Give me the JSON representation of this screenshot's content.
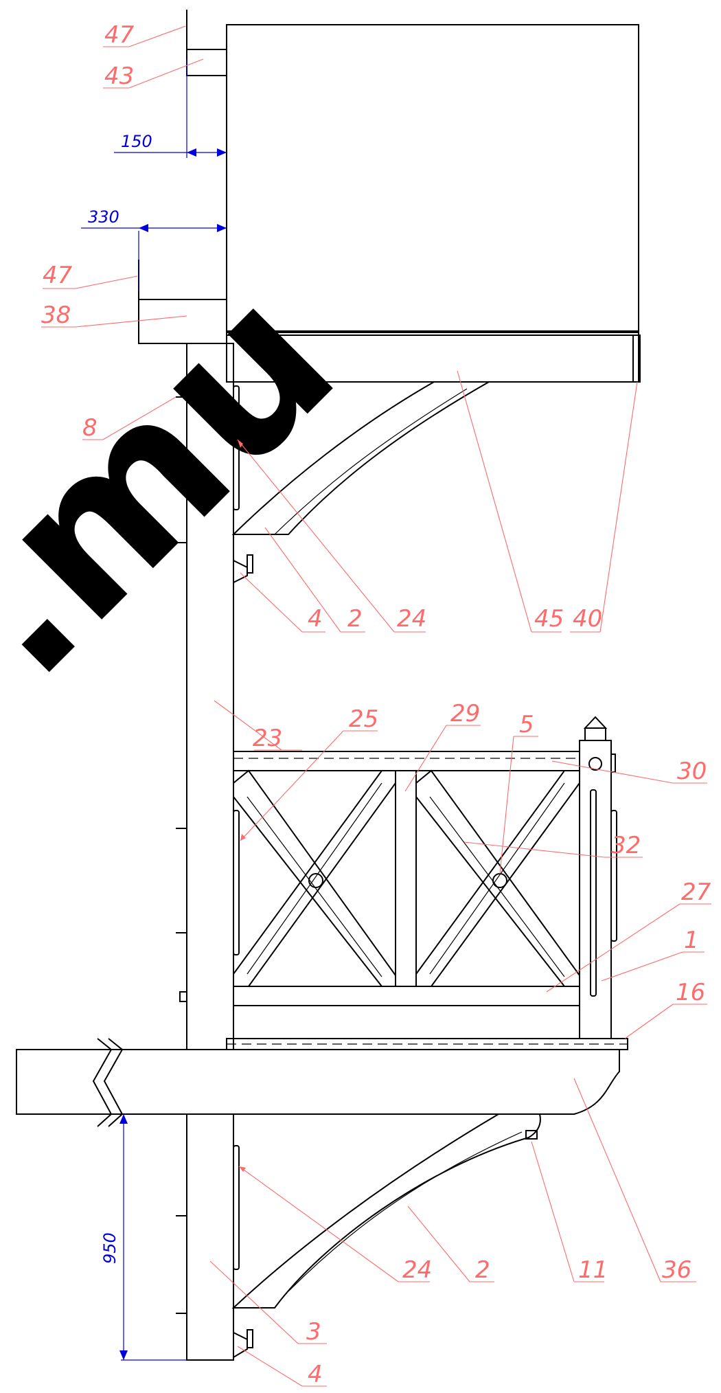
{
  "callouts": [
    {
      "id": "c47a",
      "text": "47"
    },
    {
      "id": "c43",
      "text": "43"
    },
    {
      "id": "c47b",
      "text": "47"
    },
    {
      "id": "c38",
      "text": "38"
    },
    {
      "id": "c8",
      "text": "8"
    },
    {
      "id": "c4a",
      "text": "4"
    },
    {
      "id": "c2a",
      "text": "2"
    },
    {
      "id": "c24a",
      "text": "24"
    },
    {
      "id": "c45",
      "text": "45"
    },
    {
      "id": "c40",
      "text": "40"
    },
    {
      "id": "c23",
      "text": "23"
    },
    {
      "id": "c25",
      "text": "25"
    },
    {
      "id": "c29",
      "text": "29"
    },
    {
      "id": "c5",
      "text": "5"
    },
    {
      "id": "c30",
      "text": "30"
    },
    {
      "id": "c32",
      "text": "32"
    },
    {
      "id": "c27",
      "text": "27"
    },
    {
      "id": "c1",
      "text": "1"
    },
    {
      "id": "c16",
      "text": "16"
    },
    {
      "id": "c24b",
      "text": "24"
    },
    {
      "id": "c2b",
      "text": "2"
    },
    {
      "id": "c11",
      "text": "11"
    },
    {
      "id": "c36",
      "text": "36"
    },
    {
      "id": "c3",
      "text": "3"
    },
    {
      "id": "c4b",
      "text": "4"
    }
  ],
  "dimensions": [
    {
      "id": "d150",
      "text": "150"
    },
    {
      "id": "d330",
      "text": "330"
    },
    {
      "id": "d950",
      "text": "950"
    }
  ],
  "watermark": {
    "text": ".mu",
    "color": "#000000"
  },
  "colors": {
    "callout": "#ff6a6a",
    "dimension": "#0000dd",
    "line": "#000000"
  }
}
